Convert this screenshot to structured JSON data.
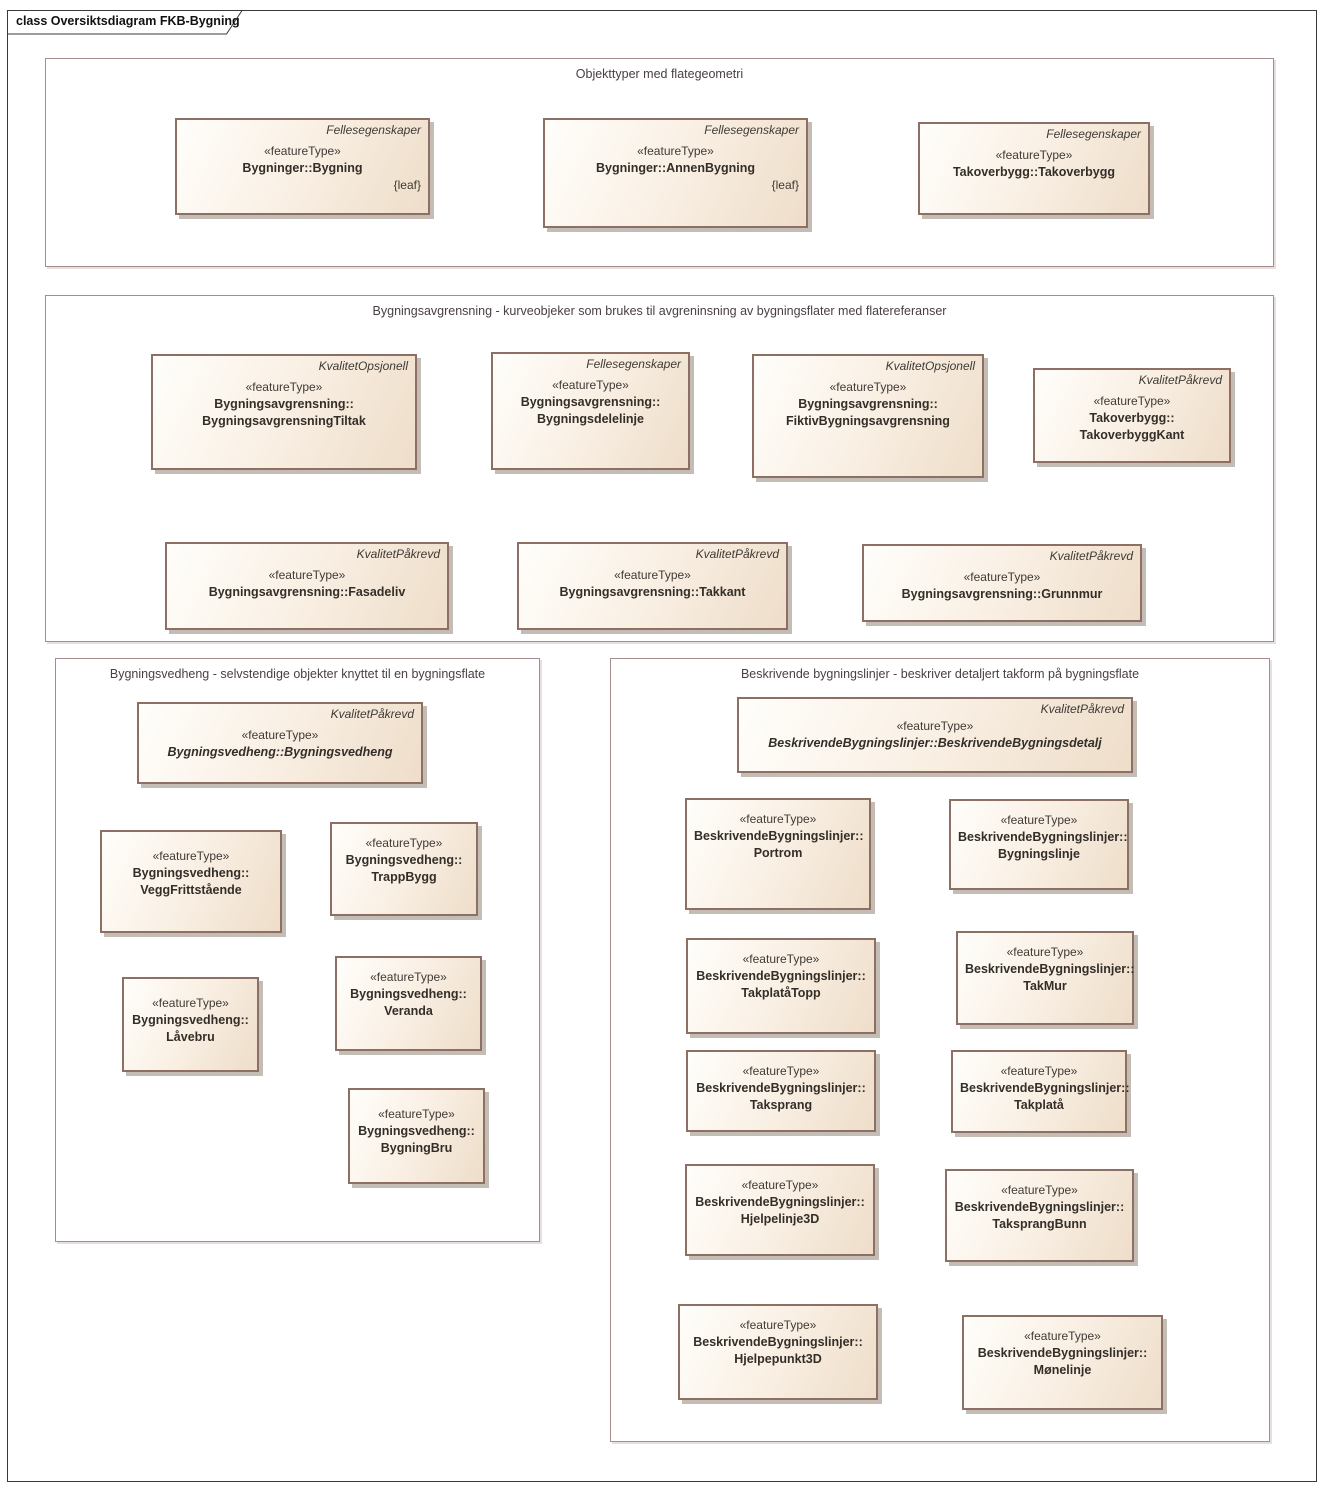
{
  "diagram": {
    "tab_title": "class Oversiktsdiagram FKB-Bygning"
  },
  "colors": {
    "page_border": "#3a3a3a",
    "section_border": "#a68d8d",
    "box_border": "#8e6f63",
    "box_fill_light": "#fffefb",
    "box_fill_dark": "#eeddc9",
    "box_shadow": "#c3bdb6",
    "text": "#3f3a35"
  },
  "sections": [
    {
      "title": "Objekttyper med flategeometri",
      "classes": [
        {
          "header": "Fellesegenskaper",
          "stereotype": "«featureType»",
          "name": "Bygninger::Bygning",
          "tag": "{leaf}"
        },
        {
          "header": "Fellesegenskaper",
          "stereotype": "«featureType»",
          "name": "Bygninger::AnnenBygning",
          "tag": "{leaf}"
        },
        {
          "header": "Fellesegenskaper",
          "stereotype": "«featureType»",
          "name": "Takoverbygg::Takoverbygg",
          "tag": ""
        }
      ]
    },
    {
      "title": "Bygningsavgrensning - kurveobjeker som brukes til avgreninsning av bygningsflater med flatereferanser",
      "classes": [
        {
          "header": "KvalitetOpsjonell",
          "stereotype": "«featureType»",
          "name": "Bygningsavgrensning::\nBygningsavgrensningTiltak",
          "tag": ""
        },
        {
          "header": "Fellesegenskaper",
          "stereotype": "«featureType»",
          "name": "Bygningsavgrensning::\nBygningsdelelinje",
          "tag": ""
        },
        {
          "header": "KvalitetOpsjonell",
          "stereotype": "«featureType»",
          "name": "Bygningsavgrensning::\nFiktivBygningsavgrensning",
          "tag": ""
        },
        {
          "header": "KvalitetPåkrevd",
          "stereotype": "«featureType»",
          "name": "Takoverbygg::\nTakoverbyggKant",
          "tag": ""
        },
        {
          "header": "KvalitetPåkrevd",
          "stereotype": "«featureType»",
          "name": "Bygningsavgrensning::Fasadeliv",
          "tag": ""
        },
        {
          "header": "KvalitetPåkrevd",
          "stereotype": "«featureType»",
          "name": "Bygningsavgrensning::Takkant",
          "tag": ""
        },
        {
          "header": "KvalitetPåkrevd",
          "stereotype": "«featureType»",
          "name": "Bygningsavgrensning::Grunnmur",
          "tag": ""
        }
      ]
    },
    {
      "title": "Bygningsvedheng - selvstendige objekter knyttet til en bygningsflate",
      "classes": [
        {
          "header": "KvalitetPåkrevd",
          "stereotype": "«featureType»",
          "name": "Bygningsvedheng::Bygningsvedheng",
          "tag": ""
        },
        {
          "header": "",
          "stereotype": "«featureType»",
          "name": "Bygningsvedheng::\nVeggFrittstående",
          "tag": ""
        },
        {
          "header": "",
          "stereotype": "«featureType»",
          "name": "Bygningsvedheng::\nTrappBygg",
          "tag": ""
        },
        {
          "header": "",
          "stereotype": "«featureType»",
          "name": "Bygningsvedheng::\nLåvebru",
          "tag": ""
        },
        {
          "header": "",
          "stereotype": "«featureType»",
          "name": "Bygningsvedheng::\nVeranda",
          "tag": ""
        },
        {
          "header": "",
          "stereotype": "«featureType»",
          "name": "Bygningsvedheng::\nBygningBru",
          "tag": ""
        }
      ]
    },
    {
      "title": "Beskrivende bygningslinjer - beskriver detaljert takform på bygningsflate",
      "classes": [
        {
          "header": "KvalitetPåkrevd",
          "stereotype": "«featureType»",
          "name": "BeskrivendeBygningslinjer::BeskrivendeBygningsdetalj",
          "tag": ""
        },
        {
          "header": "",
          "stereotype": "«featureType»",
          "name": "BeskrivendeBygningslinjer::\nPortrom",
          "tag": ""
        },
        {
          "header": "",
          "stereotype": "«featureType»",
          "name": "BeskrivendeBygningslinjer::\nBygningslinje",
          "tag": ""
        },
        {
          "header": "",
          "stereotype": "«featureType»",
          "name": "BeskrivendeBygningslinjer::\nTakplatåTopp",
          "tag": ""
        },
        {
          "header": "",
          "stereotype": "«featureType»",
          "name": "BeskrivendeBygningslinjer::\nTakMur",
          "tag": ""
        },
        {
          "header": "",
          "stereotype": "«featureType»",
          "name": "BeskrivendeBygningslinjer::\nTaksprang",
          "tag": ""
        },
        {
          "header": "",
          "stereotype": "«featureType»",
          "name": "BeskrivendeBygningslinjer::\nTakplatå",
          "tag": ""
        },
        {
          "header": "",
          "stereotype": "«featureType»",
          "name": "BeskrivendeBygningslinjer::\nHjelpelinje3D",
          "tag": ""
        },
        {
          "header": "",
          "stereotype": "«featureType»",
          "name": "BeskrivendeBygningslinjer::\nTaksprangBunn",
          "tag": ""
        },
        {
          "header": "",
          "stereotype": "«featureType»",
          "name": "BeskrivendeBygningslinjer::\nHjelpepunkt3D",
          "tag": ""
        },
        {
          "header": "",
          "stereotype": "«featureType»",
          "name": "BeskrivendeBygningslinjer::\nMønelinje",
          "tag": ""
        }
      ]
    }
  ]
}
